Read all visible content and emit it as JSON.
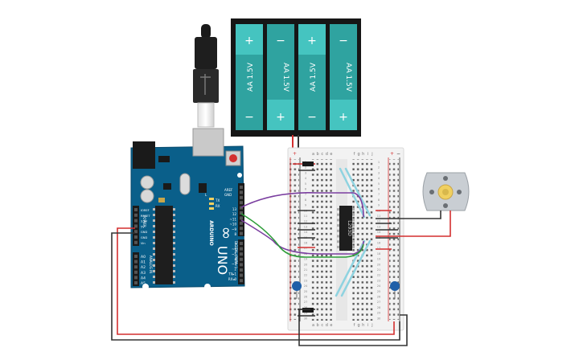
{
  "battery": {
    "cells": [
      {
        "label": "AA 1.5V",
        "top_sign": "+",
        "bottom_sign": "−"
      },
      {
        "label": "AA 1.5V",
        "top_sign": "−",
        "bottom_sign": "+"
      },
      {
        "label": "AA 1.5V",
        "top_sign": "+",
        "bottom_sign": "−"
      },
      {
        "label": "AA 1.5V",
        "top_sign": "−",
        "bottom_sign": "+"
      }
    ]
  },
  "arduino": {
    "model": "UNO",
    "brand": "ARDUINO",
    "logo": "∞",
    "tx_label": "TX",
    "rx_label": "RX",
    "l_label": "L",
    "digital_label": "DIGITAL (PWM~)",
    "aref_label": "AREF",
    "gnd_label": "GND",
    "digital_pins": [
      "13",
      "12",
      "~11",
      "~10",
      "~9",
      "8",
      "",
      "7",
      "~6",
      "~5",
      "4",
      "~3",
      "2",
      "TX▸1",
      "RX◂0"
    ],
    "power_label": "POWER",
    "analog_label": "ANALOG IN",
    "power_pins": [
      "IOREF",
      "RESET",
      "3.3V",
      "5V",
      "GND",
      "GND",
      "Vin"
    ],
    "analog_pins": [
      "A0",
      "A1",
      "A2",
      "A3",
      "A4",
      "A5"
    ]
  },
  "chip": {
    "label": "L293D"
  },
  "breadboard": {
    "left_cols": [
      "a",
      "b",
      "c",
      "d",
      "e"
    ],
    "right_cols": [
      "f",
      "g",
      "h",
      "i",
      "j"
    ],
    "row_numbers": [
      "1",
      "2",
      "3",
      "4",
      "5",
      "6",
      "7",
      "8",
      "9",
      "10",
      "11",
      "12",
      "13",
      "14",
      "15",
      "16",
      "17",
      "18",
      "19",
      "20",
      "21",
      "22",
      "23",
      "24",
      "25",
      "26",
      "27",
      "28",
      "29",
      "30"
    ],
    "rail_plus": "+",
    "rail_minus": "−"
  },
  "colors": {
    "arduino_board": "#0a5f8a",
    "battery_cell": "#2fa3a0",
    "battery_cap": "#45c4c0",
    "wire_red": "#d32f2f",
    "wire_black": "#333333",
    "wire_purple": "#7b3fa0",
    "wire_green": "#2e9e3a",
    "jumper_cyan": "#8fd3e0"
  }
}
